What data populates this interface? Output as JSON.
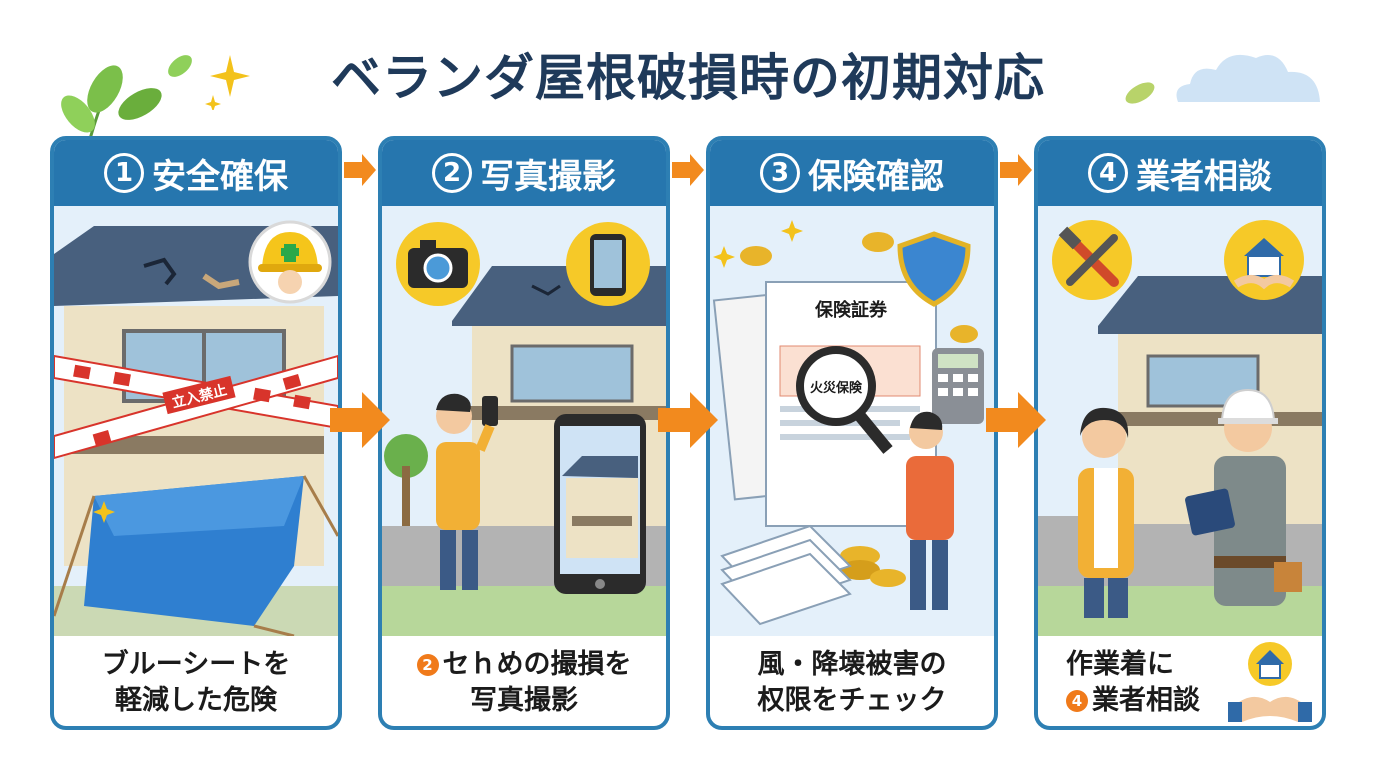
{
  "title": "ベランダ屋根破損時の初期対応",
  "colors": {
    "primary": "#2676ae",
    "arrow": "#f28a1e",
    "accent": "#f07a1a"
  },
  "steps": [
    {
      "num": "1",
      "label": "安全確保",
      "caption": [
        "ブルーシートを",
        "軽減した危険"
      ],
      "tape_text": "立入禁止",
      "icons": [
        "hard-hat-icon",
        "blue-tarp-icon",
        "caution-tape-icon"
      ]
    },
    {
      "num": "2",
      "label": "写真撮影",
      "caption_badge": "2",
      "caption": [
        "セｈめの撮損を",
        "写真撮影"
      ],
      "icons": [
        "camera-icon",
        "smartphone-icon"
      ]
    },
    {
      "num": "3",
      "label": "保険確認",
      "caption": [
        "風・降壊被害の",
        "权限をチェック"
      ],
      "doc_title": "保険証券",
      "lens_text": "火災保険",
      "icons": [
        "shield-icon",
        "magnifier-icon",
        "calculator-icon",
        "coin-icon"
      ]
    },
    {
      "num": "4",
      "label": "業者相談",
      "caption_badge": "4",
      "caption": [
        "作業着に",
        "業者相談"
      ],
      "icons": [
        "tools-icon",
        "house-handshake-icon"
      ]
    }
  ]
}
